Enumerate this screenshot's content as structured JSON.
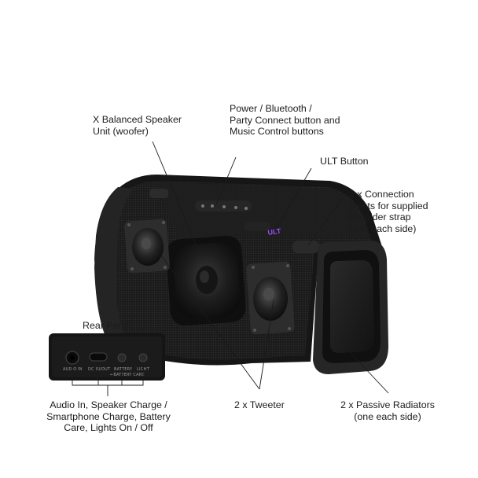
{
  "callouts": {
    "woofer": "X Balanced Speaker\nUnit (woofer)",
    "power": "Power / Bluetooth /\nParty Connect button and\nMusic Control buttons",
    "ult_button": "ULT Button",
    "strap": "2 x Connection\npoints for supplied\nshoulder strap\n(one each side)",
    "rear_ports": "Audio In, Speaker Charge /\nSmartphone Charge, Battery\nCare, Lights On / Off",
    "tweeter": "2 x Tweeter",
    "radiators": "2 x Passive Radiators\n(one each side)"
  },
  "rear_panel": {
    "title": "Rear Panel",
    "port_labels": [
      "AUDIO IN",
      "DC IN/OUT",
      "BATTERY",
      "LIGHT"
    ],
    "sub_label": "←BATTERY CARE"
  },
  "speaker": {
    "ult_logo": "ULT",
    "ult_color": "#9b4dff"
  }
}
